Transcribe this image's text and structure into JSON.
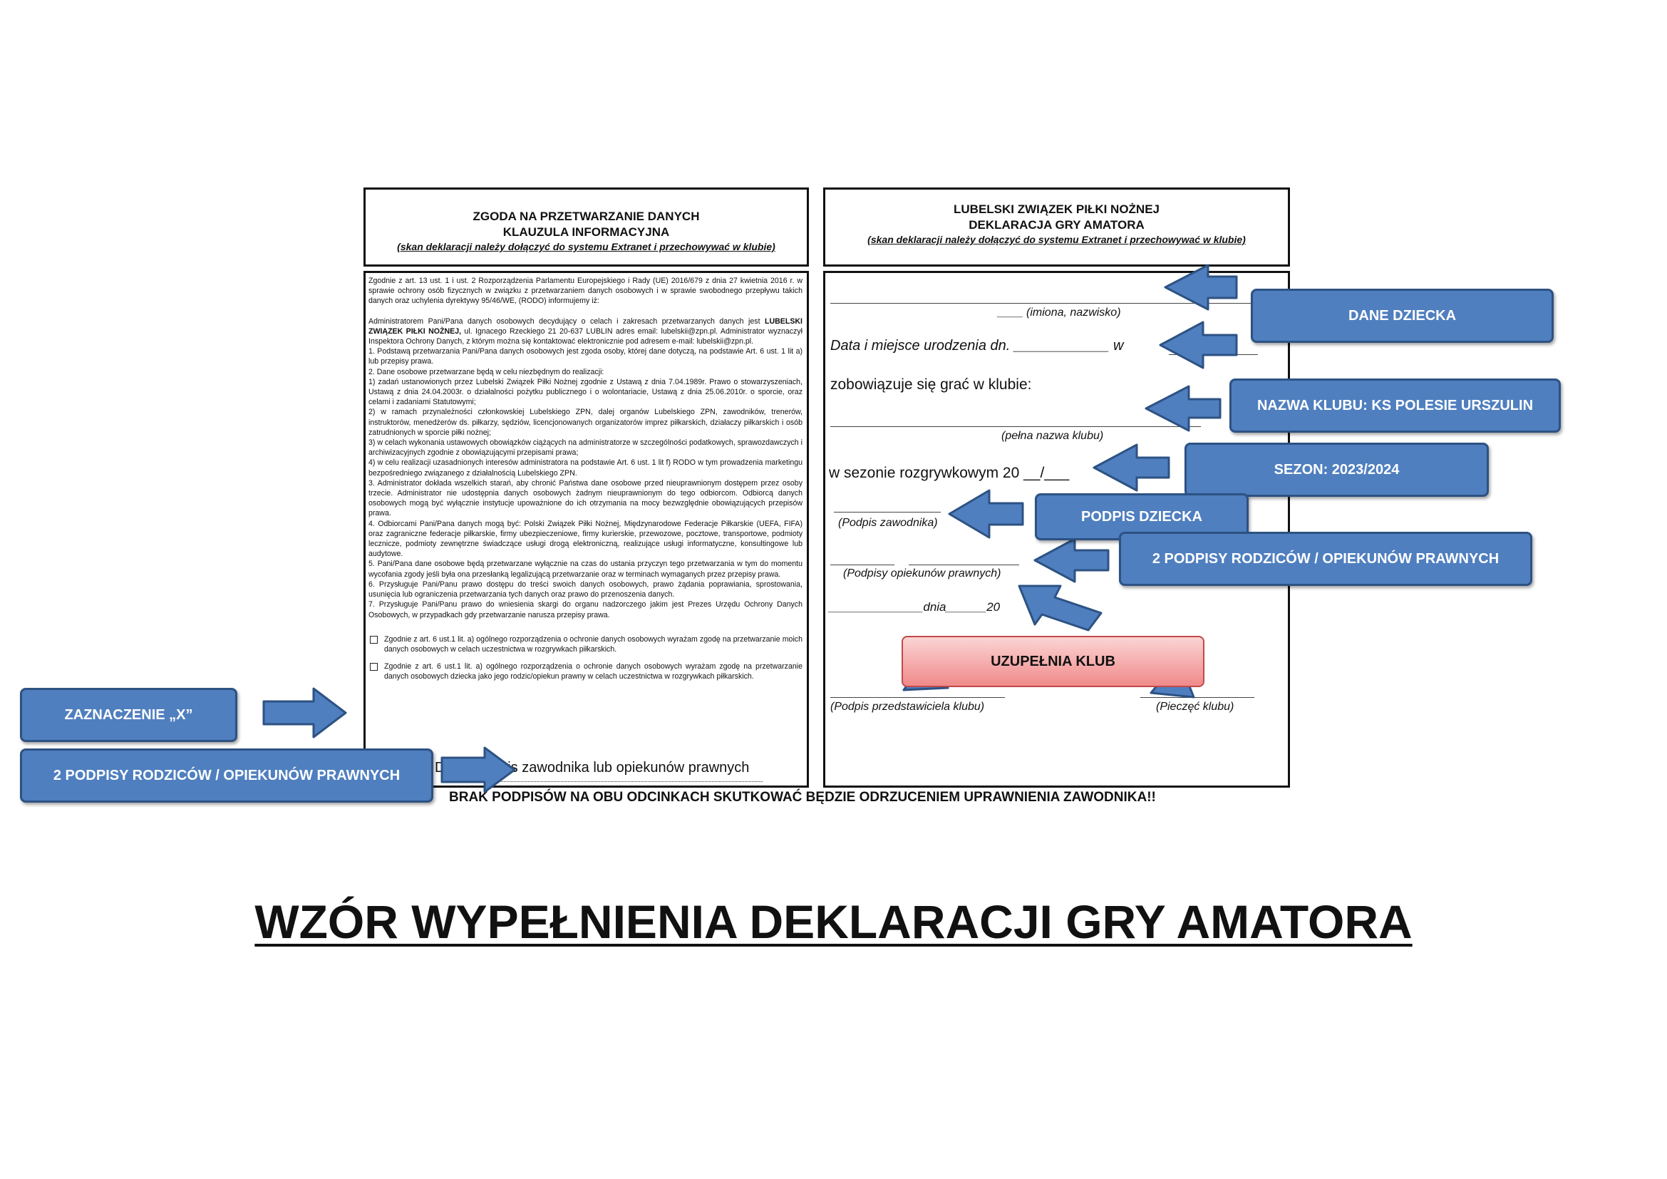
{
  "left_panel": {
    "title_line1": "ZGODA NA PRZETWARZANIE DANYCH",
    "title_line2": "KLAUZULA INFORMACYJNA",
    "note": "(skan deklaracji należy dołączyć do systemu Extranet i przechowywać w klubie)",
    "paragraphs": {
      "p1": "Zgodnie z art. 13 ust. 1 i ust. 2 Rozporządzenia Parlamentu Europejskiego i Rady (UE) 2016/679 z dnia 27 kwietnia 2016 r. w sprawie ochrony osób fizycznych w związku z przetwarzaniem danych osobowych i w sprawie swobodnego przepływu takich danych oraz uchylenia dyrektywy 95/46/WE, (RODO) informujemy iż:",
      "p2a": "Administratorem Pani/Pana danych osobowych decydujący o celach i zakresach przetwarzanych danych jest",
      "p2b_bold": "LUBELSKI ZWIĄZEK PIŁKI NOŻNEJ,",
      "p2c": " ul. Ignacego Rzeckiego 21 20-637 LUBLIN adres email: lubelskii@zpn.pl. Administrator wyznaczył Inspektora Ochrony Danych, z którym można się kontaktować elektronicznie pod adresem e-mail: lubelskii@zpn.pl.",
      "p3": "1. Podstawą przetwarzania Pani/Pana danych osobowych jest zgoda osoby, której dane dotyczą, na podstawie Art. 6 ust. 1 lit a) lub przepisy prawa.",
      "p4": "2. Dane osobowe przetwarzane będą w celu niezbędnym do realizacji:",
      "p5": "1) zadań ustanowionych przez Lubelski Związek Piłki Nożnej zgodnie z Ustawą z dnia 7.04.1989r. Prawo o stowarzyszeniach, Ustawą z dnia 24.04.2003r. o działalności pożytku publicznego i o wolontariacie, Ustawą z dnia 25.06.2010r. o sporcie, oraz celami i zadaniami Statutowymi;",
      "p6": "2) w ramach przynależności członkowskiej Lubelskiego ZPN, dalej organów Lubelskiego ZPN, zawodników, trenerów, instruktorów, menedżerów ds. piłkarzy, sędziów, licencjonowanych organizatorów imprez piłkarskich, działaczy piłkarskich i osób zatrudnionych w sporcie piłki nożnej;",
      "p7": "3) w celach wykonania ustawowych obowiązków ciążących na administratorze w szczególności podatkowych, sprawozdawczych i archiwizacyjnych zgodnie z obowiązującymi przepisami prawa;",
      "p8": "4) w celu realizacji uzasadnionych interesów administratora na podstawie Art. 6 ust. 1 lit f) RODO w tym prowadzenia marketingu bezpośredniego związanego z działalnością Lubelskiego ZPN.",
      "p9": "3. Administrator dokłada wszelkich starań, aby chronić Państwa dane osobowe przed nieuprawnionym dostępem przez osoby trzecie. Administrator nie udostępnia danych osobowych żadnym nieuprawnionym do tego odbiorcom. Odbiorcą danych osobowych mogą być wyłącznie instytucje upoważnione do ich otrzymania na mocy bezwzględnie obowiązujących przepisów prawa.",
      "p10": "4. Odbiorcami Pani/Pana danych mogą być: Polski Związek Piłki Nożnej, Międzynarodowe Federacje Piłkarskie (UEFA, FIFA) oraz zagraniczne federacje piłkarskie, firmy ubezpieczeniowe, firmy kurierskie, przewozowe, pocztowe, transportowe, podmioty lecznicze, podmioty zewnętrzne świadczące usługi drogą elektroniczną, realizujące usługi informatyczne, konsultingowe lub audytowe.",
      "p11": "5. Pani/Pana dane osobowe będą przetwarzane wyłącznie na czas do ustania przyczyn tego przetwarzania w tym do momentu wycofania zgody jeśli była ona przesłanką legalizującą przetwarzanie oraz w terminach wymaganych przez przepisy prawa.",
      "p12": "6. Przysługuje Pani/Panu prawo dostępu do treści swoich danych osobowych, prawo żądania poprawiania, sprostowania, usunięcia lub ograniczenia przetwarzania tych danych oraz prawo do przenoszenia danych.",
      "p13": "7. Przysługuje Pani/Panu prawo do wniesienia skargi do organu nadzorczego jakim jest Prezes Urzędu Ochrony Danych Osobowych, w przypadkach gdy przetwarzanie narusza przepisy prawa."
    },
    "consent1": "Zgodnie z art. 6 ust.1 lit. a) ogólnego rozporządzenia o ochronie danych osobowych wyrażam zgodę na przetwarzanie moich danych osobowych w celach uczestnictwa w rozgrywkach piłkarskich.",
    "consent2": "Zgodnie z art. 6 ust.1 lit. a) ogólnego rozporządzenia o ochronie danych osobowych wyrażam zgodę na przetwarzanie danych osobowych dziecka jako jego rodzic/opiekun prawny w celach uczestnictwa w rozgrywkach piłkarskich.",
    "signature_line": "Data i podpis zawodnika lub opiekunów prawnych"
  },
  "right_panel": {
    "title_line1": "LUBELSKI ZWIĄZEK PIŁKI NOŻNEJ",
    "title_line2": "DEKLARACJA GRY AMATORA",
    "note": "(skan deklaracji należy dołączyć do systemu Extranet i przechowywać w klubie)",
    "name_label": "____ (imiona, nazwisko)",
    "birth_label": "Data i miejsce urodzenia dn. ____________ w",
    "club_commit": "zobowiązuje się grać w klubie:",
    "club_label": "(pełna nazwa klubu)",
    "season_label": "w sezonie rozgrywkowym  20 __/___",
    "player_sign": "(Podpis zawodnika)",
    "guardians_sign": "(Podpisy opiekunów prawnych)",
    "date_line": "______________dnia______20",
    "club_rep_sign": "(Podpis przedstawiciela klubu)",
    "club_stamp": "(Pieczęć klubu)"
  },
  "warning": "BRAK PODPISÓW NA OBU ODCINKACH SKUTKOWAĆ BĘDZIE ODRZUCENIEM UPRAWNIENIA ZAWODNIKA!!",
  "callouts": {
    "child_data": "DANE DZIECKA",
    "club_name": "NAZWA KLUBU: KS POLESIE URSZULIN",
    "season": "SEZON: 2023/2024",
    "child_sign": "PODPIS DZIECKA",
    "parents_sign_right": "2 PODPISY RODZICÓW / OPIEKUNÓW PRAWNYCH",
    "club_fills": "UZUPEŁNIA KLUB",
    "x_mark": "ZAZNACZENIE „X”",
    "parents_sign_left": "2 PODPISY RODZICÓW / OPIEKUNÓW PRAWNYCH"
  },
  "main_title": "WZÓR WYPEŁNIENIA DEKLARACJI GRY AMATORA",
  "colors": {
    "callout_blue": "#4f7fbf",
    "callout_border": "#2d5283",
    "club_red": "#f08a8a"
  }
}
